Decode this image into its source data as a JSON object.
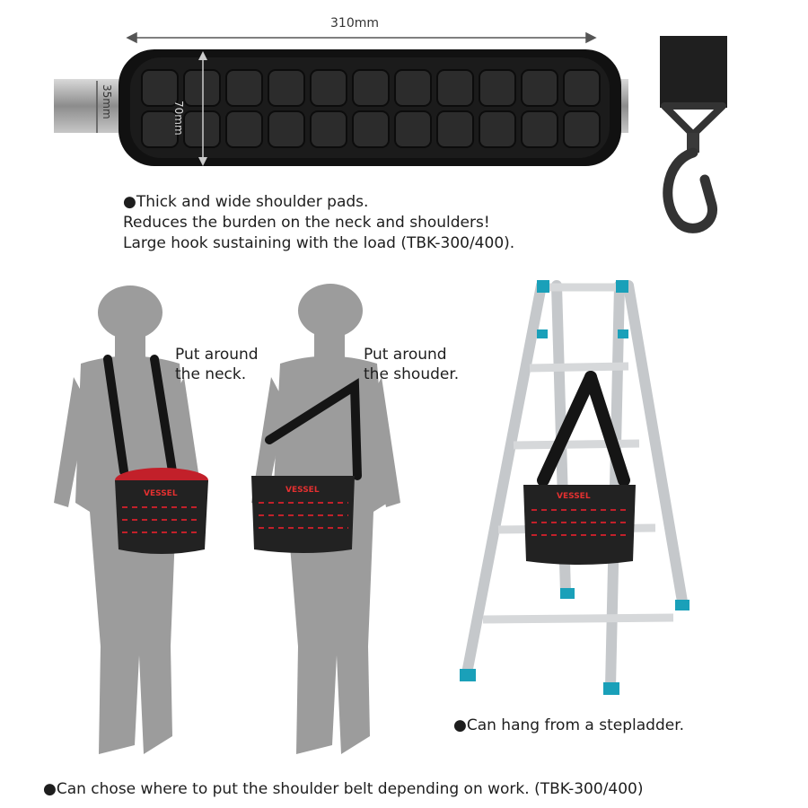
{
  "dimensions": {
    "length": "310mm",
    "height": "70mm",
    "belt_width": "35mm"
  },
  "pad_features": {
    "line1": "●Thick and wide shoulder pads.",
    "line2": "Reduces the burden on the neck and shoulders!",
    "line3": "Large hook sustaining with the load (TBK-300/400)."
  },
  "neck_caption": {
    "line1": "Put around",
    "line2": "the neck."
  },
  "shoulder_caption": {
    "line1": "Put around",
    "line2": "the shouder."
  },
  "brand_label": "VESSEL",
  "ladder_caption": "●Can hang from a stepladder.",
  "bottom_caption": "●Can chose where to put the shoulder belt depending on work. (TBK-300/400)",
  "colors": {
    "pad": "#1c1c1c",
    "strap": "#2a2a2a",
    "silhouette": "#9a9a9a",
    "bag_accent": "#d0202a",
    "ladder": "#c7c9cc",
    "ladder_feet": "#1a9fb8"
  },
  "icons": {
    "hook": "swivel-snap-hook-icon",
    "silhouette": "person-silhouette-icon",
    "ladder": "stepladder-icon",
    "bag": "tool-bag-icon"
  }
}
